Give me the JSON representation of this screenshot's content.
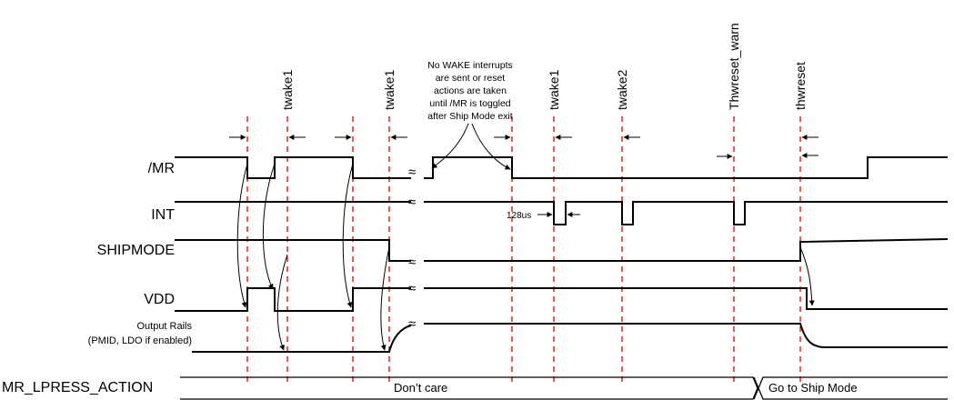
{
  "signals": {
    "mr": "/MR",
    "int": "INT",
    "shipmode": "SHIPMODE",
    "vdd": "VDD",
    "output_rails_line1": "Output Rails",
    "output_rails_line2": "(PMID, LDO if enabled)",
    "mr_lpress_action": "MR_LPRESS_ACTION"
  },
  "timing_labels": {
    "twake1_a": "twake1",
    "twake1_b": "twake1",
    "twake1_c": "twake1",
    "twake2": "twake2",
    "thwreset_warn": "Thwreset_warn",
    "thwreset": "thwreset"
  },
  "note": {
    "line1": "No WAKE interrupts",
    "line2": "are sent or reset",
    "line3": "actions are taken",
    "line4": "until /MR is toggled",
    "line5": "after Ship Mode exit"
  },
  "pulse_width": "128us",
  "bus_values": {
    "dont_care": "Don’t care",
    "go_to_ship_mode": "Go to Ship Mode"
  },
  "colors": {
    "marker_lines": "#e00000",
    "waveforms": "#000000"
  }
}
